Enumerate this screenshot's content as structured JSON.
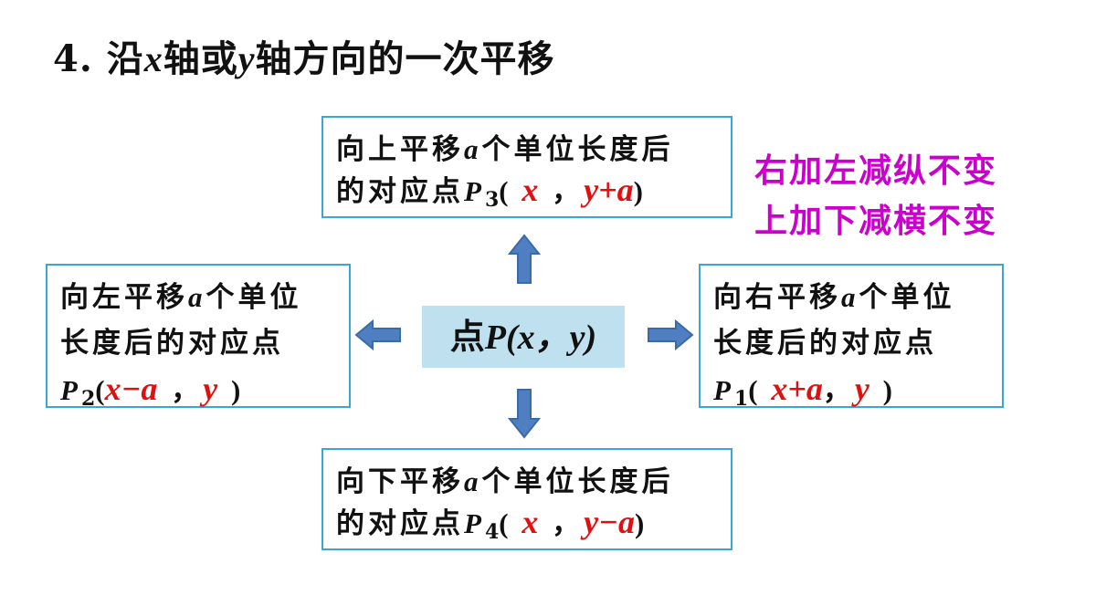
{
  "title": {
    "num": "4.",
    "p1": "沿",
    "x": "x",
    "p2": "轴或",
    "y": "y",
    "p3": "轴方向的一次平移"
  },
  "up": {
    "line1a": "向上平移",
    "a": "a",
    "line1b": "个单位长度后",
    "line2": "的对应点",
    "p": "P",
    "sub": "3",
    "open": "(",
    "cx": "x",
    "comma": "，",
    "cy": "y+a",
    "close": ")"
  },
  "left": {
    "line1a": "向左平移",
    "a": "a",
    "line1b": "个单位",
    "line2": "长度后的对应点",
    "p": "P",
    "sub": "2",
    "open": "(",
    "cx": "x−a",
    "comma": "，",
    "cy": "y",
    "close": ")"
  },
  "right": {
    "line1a": "向右平移",
    "a": "a",
    "line1b": "个单位",
    "line2": "长度后的对应点",
    "p": "P",
    "sub": "1",
    "open": "(",
    "cx": "x+a",
    "comma": "，",
    "cy": "y",
    "close": ")"
  },
  "down": {
    "line1a": "向下平移",
    "a": "a",
    "line1b": "个单位长度后",
    "line2": "的对应点",
    "p": "P",
    "sub": "4",
    "open": "(",
    "cx": "x",
    "comma": "，",
    "cy": "y−a",
    "close": ")"
  },
  "center": {
    "label": "点",
    "p": "P",
    "coords": "(x，y)"
  },
  "rules": {
    "line1": "右加左减纵不变",
    "line2": "上加下减横不变"
  },
  "colors": {
    "box_border": "#3aa6d6",
    "center_fill": "#bfe0ee",
    "arrow_fill": "#4f7fc0",
    "rule_text": "#cc00cc",
    "coord_red": "#e01010"
  }
}
